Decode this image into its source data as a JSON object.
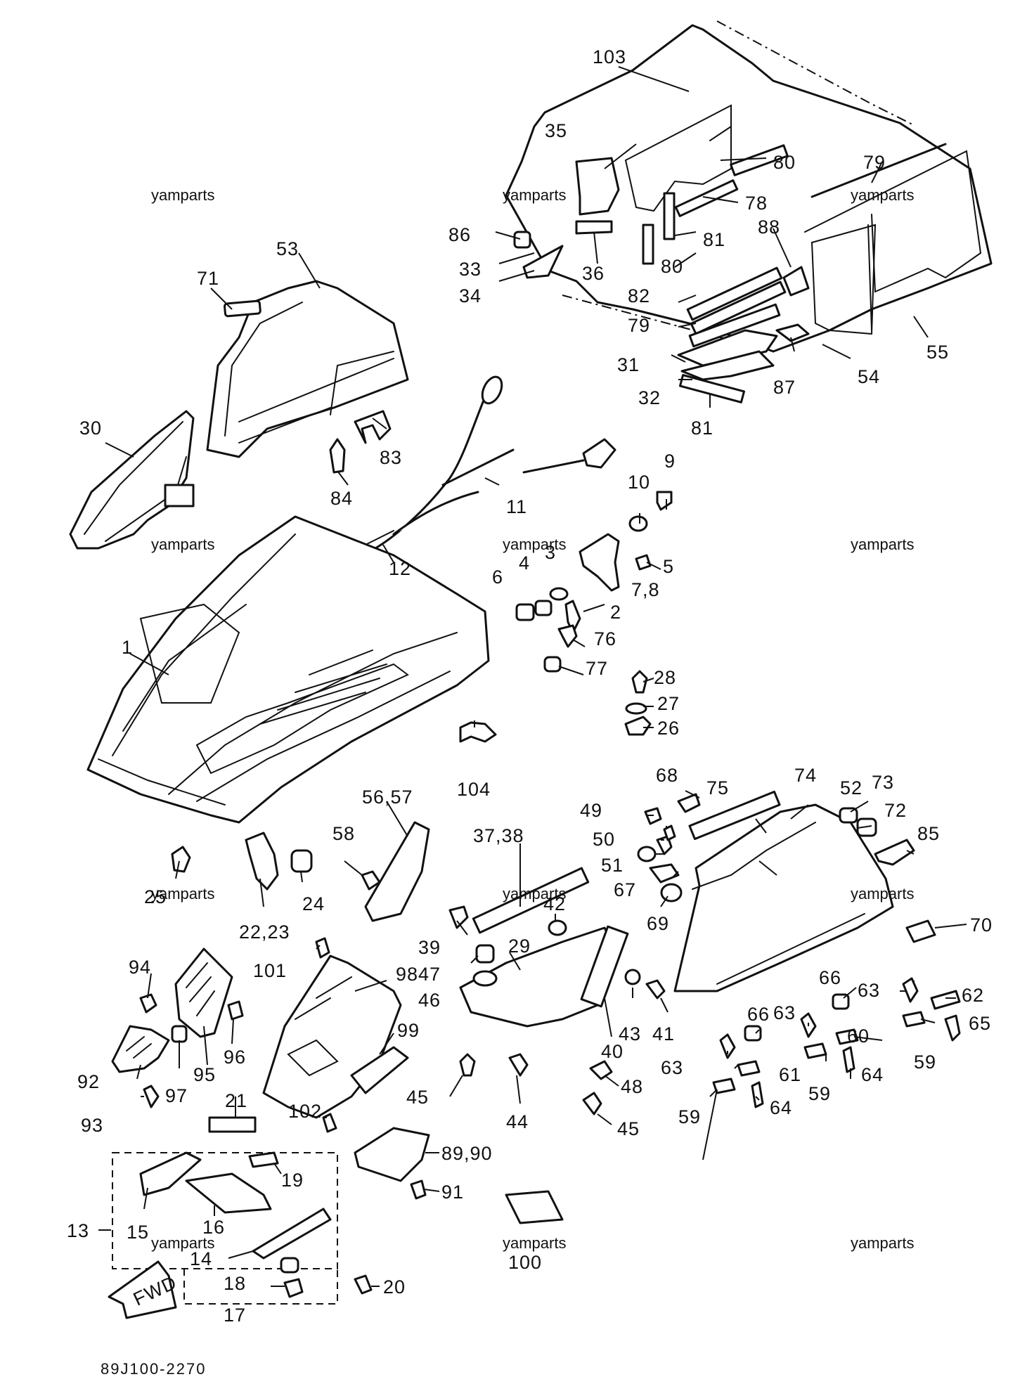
{
  "diagram_code": "89J100-2270",
  "watermark": "yamparts",
  "fwd_mark": "FWD",
  "labels": {
    "l1": "1",
    "l2": "2",
    "l3": "3",
    "l4": "4",
    "l5": "5",
    "l6": "6",
    "l7_8": "7,8",
    "l9": "9",
    "l10": "10",
    "l11": "11",
    "l12": "12",
    "l13": "13",
    "l14": "14",
    "l15": "15",
    "l16": "16",
    "l17": "17",
    "l18": "18",
    "l19": "19",
    "l20": "20",
    "l21": "21",
    "l22_23": "22,23",
    "l24": "24",
    "l25": "25",
    "l26": "26",
    "l27": "27",
    "l28": "28",
    "l29": "29",
    "l30": "30",
    "l31": "31",
    "l32": "32",
    "l33": "33",
    "l34": "34",
    "l35": "35",
    "l36": "36",
    "l37_38": "37,38",
    "l39": "39",
    "l40": "40",
    "l41": "41",
    "l42": "42",
    "l43": "43",
    "l44": "44",
    "l45a": "45",
    "l45b": "45",
    "l46": "46",
    "l47": "47",
    "l48": "48",
    "l49": "49",
    "l50": "50",
    "l51": "51",
    "l52": "52",
    "l53": "53",
    "l54": "54",
    "l55": "55",
    "l56_57": "56,57",
    "l58": "58",
    "l59a": "59",
    "l59b": "59",
    "l59c": "59",
    "l60": "60",
    "l61": "61",
    "l62": "62",
    "l63a": "63",
    "l63b": "63",
    "l63c": "63",
    "l64a": "64",
    "l64b": "64",
    "l65": "65",
    "l66a": "66",
    "l66b": "66",
    "l67": "67",
    "l68": "68",
    "l69": "69",
    "l70": "70",
    "l71": "71",
    "l72": "72",
    "l73": "73",
    "l74": "74",
    "l75": "75",
    "l76": "76",
    "l77": "77",
    "l78": "78",
    "l79a": "79",
    "l79b": "79",
    "l80a": "80",
    "l80b": "80",
    "l81a": "81",
    "l81b": "81",
    "l82": "82",
    "l83": "83",
    "l84": "84",
    "l85": "85",
    "l86": "86",
    "l87": "87",
    "l88": "88",
    "l89_90": "89,90",
    "l91": "91",
    "l92": "92",
    "l93": "93",
    "l94": "94",
    "l95": "95",
    "l96": "96",
    "l97": "97",
    "l98": "98",
    "l99": "99",
    "l100": "100",
    "l101": "101",
    "l102": "102",
    "l103": "103",
    "l104": "104"
  }
}
